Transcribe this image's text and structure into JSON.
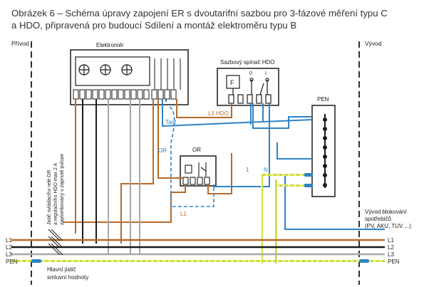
{
  "caption": {
    "line1": "Obrázek 6 – Schéma úpravy zapojení ER s dvoutarifní sazbou pro 3-fázové měření typu C",
    "line2": "a HDO, připravená pro budoucí Sdílení a montáž elektroměru typu B"
  },
  "labels": {
    "privod": "Přívod",
    "vyvod": "Vývod",
    "elektromer": "Elektroměr",
    "spinac": "Sazbový spínač HDO",
    "spinac_f": "F",
    "spinac_0": "0",
    "spinac_1": "I",
    "pen_box": "PEN",
    "l1hdo": "L1 HDO",
    "tarif": "Tarif",
    "or_left": "OR",
    "or_box": "OR",
    "one": "1",
    "n": "N",
    "l1_mid": "L1",
    "jistic_note_1": "Jistič ovládacího relé OR",
    "jistic_note_2": "a regulačního HDO max 2 A",
    "jistic_note_3": "zaplombovaný v zapnuté poloze",
    "hlavni_1": "Hlavní jistič",
    "hlavni_2": "smluvní hodnoty",
    "vyvod_blok_1": "Vývod blokování",
    "vyvod_blok_2": "spotřebičů",
    "vyvod_blok_3": "(PV, AKU, TUV ...)",
    "left_rails": [
      "L1",
      "L2",
      "L3",
      "PEN"
    ],
    "right_rails": [
      "L1",
      "L2",
      "L3",
      "PEN"
    ]
  },
  "colors": {
    "L1": "#b86a28",
    "L2": "#1a1a1a",
    "L3": "#a8a8a8",
    "PEN": "#c8dc32",
    "N": "#2f83c6",
    "frame": "#1a1a1a"
  }
}
